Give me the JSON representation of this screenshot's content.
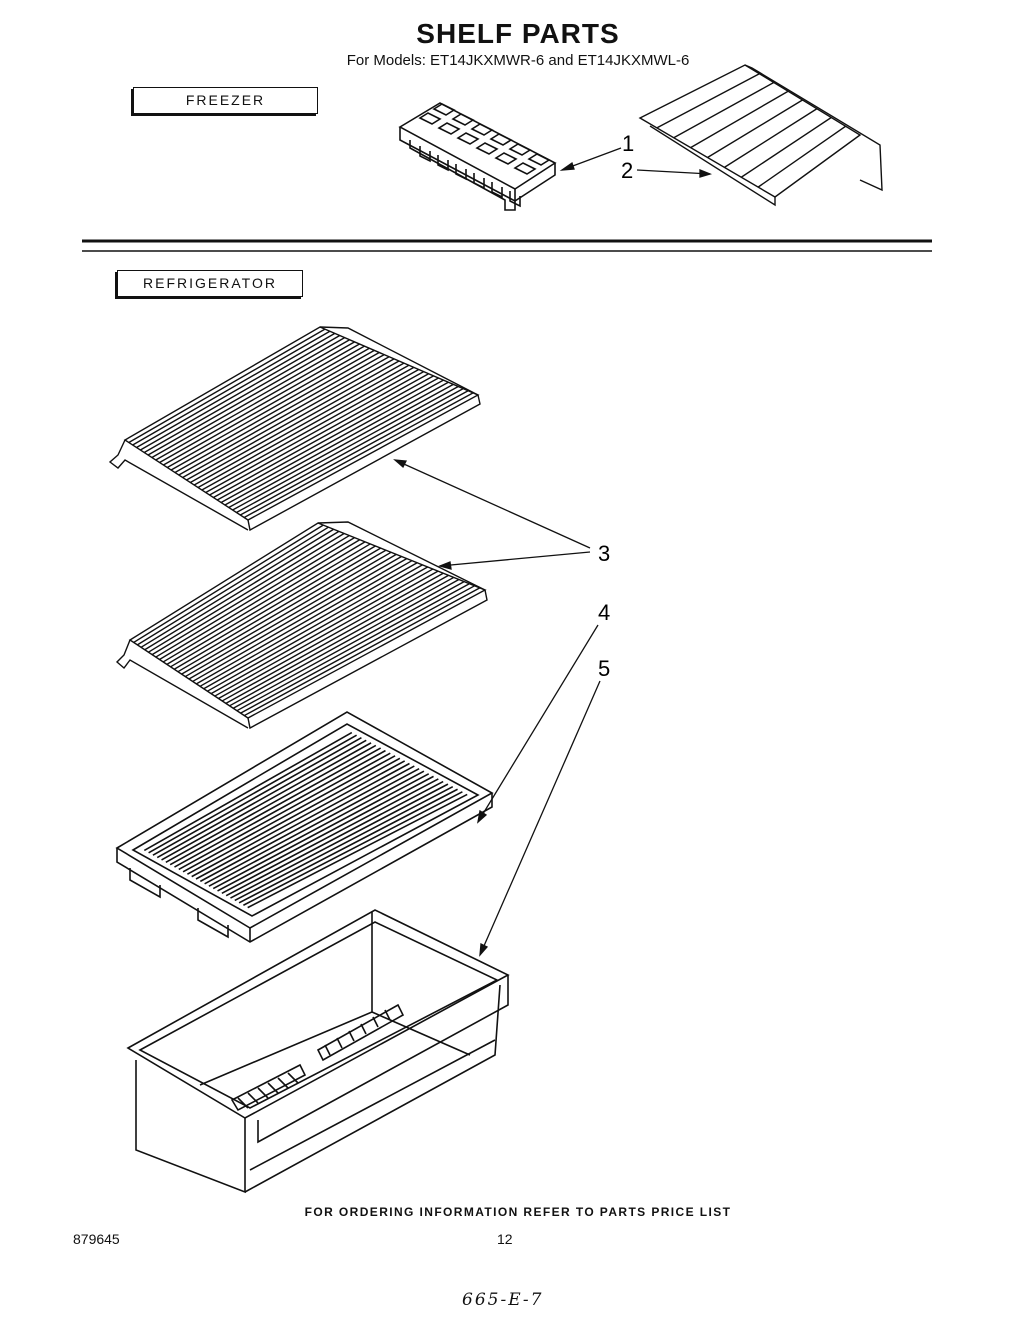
{
  "header": {
    "title": "SHELF PARTS",
    "subtitle": "For Models: ET14JKXMWR-6  and ET14JKXMWL-6"
  },
  "sections": {
    "freezer": "FREEZER",
    "refrigerator": "REFRIGERATOR"
  },
  "callouts": {
    "c1": "1",
    "c2": "2",
    "c3": "3",
    "c4": "4",
    "c5": "5"
  },
  "footer": {
    "ordering_note": "FOR ORDERING INFORMATION REFER TO PARTS PRICE LIST",
    "doc_number": "879645",
    "page_number": "12",
    "handwritten_note": "665-E-7"
  },
  "icons": [
    "ice-tray-icon",
    "freezer-wire-shelf-icon",
    "wire-shelf-icon",
    "crisper-cover-icon",
    "crisper-pan-icon"
  ]
}
